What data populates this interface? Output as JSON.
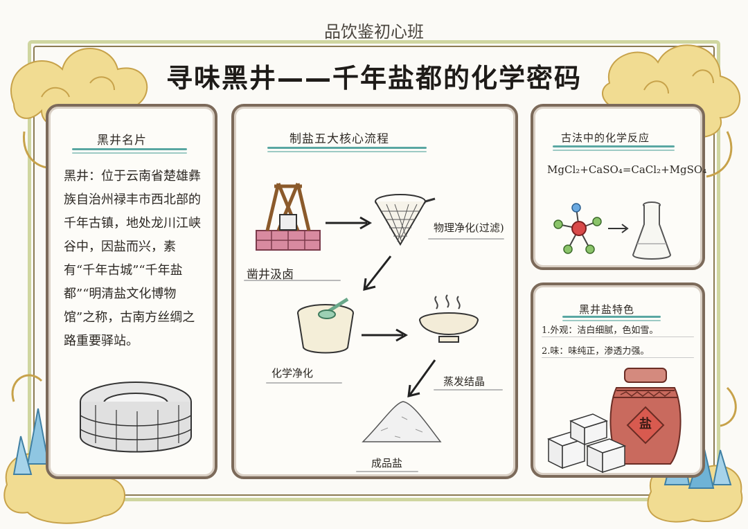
{
  "header": {
    "signature": "品饮鉴初心班",
    "title": "寻味黑井——千年盐都的化学密码"
  },
  "left_panel": {
    "heading": "黑井名片",
    "body": "黑井：位于云南省楚雄彝族自治州禄丰市西北部的千年古镇，地处龙川江峡谷中，因盐而兴，素有“千年古城”“千年盐都”“明清盐文化博物馆”之称，古南方丝绸之路重要驿站。"
  },
  "middle_panel": {
    "heading": "制盐五大核心流程",
    "steps": {
      "step1": "凿井汲卤",
      "step2": "物理净化(过滤)",
      "step3": "化学净化",
      "step4": "蒸发结晶",
      "step5": "成品盐"
    }
  },
  "right_top_panel": {
    "heading": "古法中的化学反应",
    "equation": "MgCl₂+CaSO₄=CaCl₂+MgSO₄"
  },
  "right_bottom_panel": {
    "heading": "黑井盐特色",
    "line1": "1.外观：洁白细腻，色如雪。",
    "line2": "2.味：味纯正，渗透力强。",
    "jar_char": "盐"
  },
  "colors": {
    "frame_green": "#cfd6a0",
    "panel_border": "#7c6a5a",
    "underline_teal": "#59a7a2",
    "cloud_gold": "#e8cf7a",
    "crystal_blue": "#6fb3d6",
    "jar_red": "#c96a5e"
  }
}
